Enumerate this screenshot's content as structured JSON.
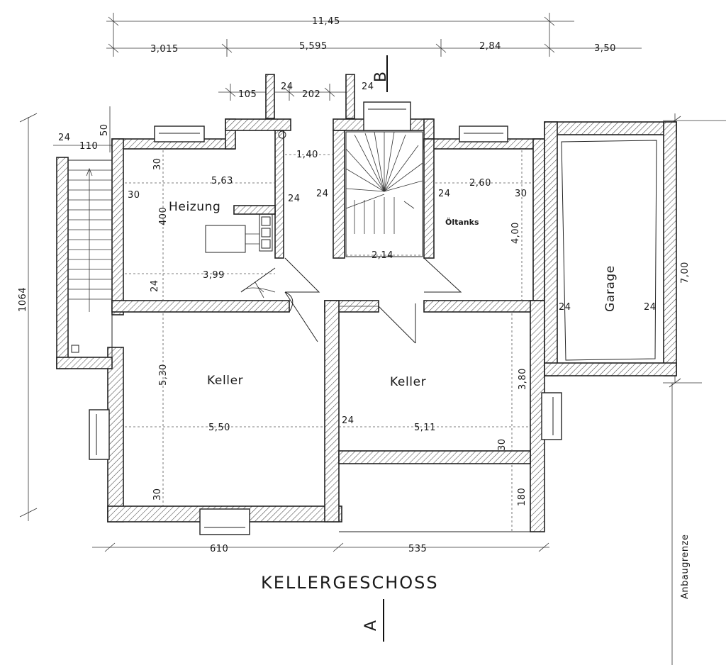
{
  "title": "KELLERGESCHOSS",
  "section_marks": {
    "a": "A",
    "b": "B"
  },
  "boundary_label": "Anbaugrenze",
  "rooms": {
    "heizung": "Heizung",
    "oeltanks": "Öltanks",
    "keller_left": "Keller",
    "keller_right": "Keller",
    "garage": "Garage"
  },
  "dims": {
    "total_top": "11,45",
    "top_1": "3,015",
    "top_2": "5,595",
    "top_3": "2,84",
    "top_4": "3,50",
    "upper_105": "105",
    "upper_24a": "24",
    "upper_202": "202",
    "upper_24b": "24",
    "left_24": "24",
    "left_110": "110",
    "left_50": "50",
    "left_total": "1064",
    "heiz_30_top": "30",
    "heiz_563": "5,63",
    "heiz_30_left": "30",
    "heiz_400": "400",
    "heiz_399": "3,99",
    "heiz_24_bottom": "24",
    "heiz_24_right": "24",
    "corr_140": "1,40",
    "stair_24_left": "24",
    "stair_214": "2,14",
    "oel_24_left": "24",
    "oel_260": "2,60",
    "oel_30": "30",
    "oel_400": "4,00",
    "garage_700": "7,00",
    "garage_24_left": "24",
    "garage_24_right": "24",
    "kl_530": "5,30",
    "kl_550": "5,50",
    "kl_30": "30",
    "mid_24": "24",
    "kr_511": "5,11",
    "kr_380": "3,80",
    "kr_30": "30",
    "kr_180": "180",
    "bottom_610": "610",
    "bottom_535": "535"
  }
}
